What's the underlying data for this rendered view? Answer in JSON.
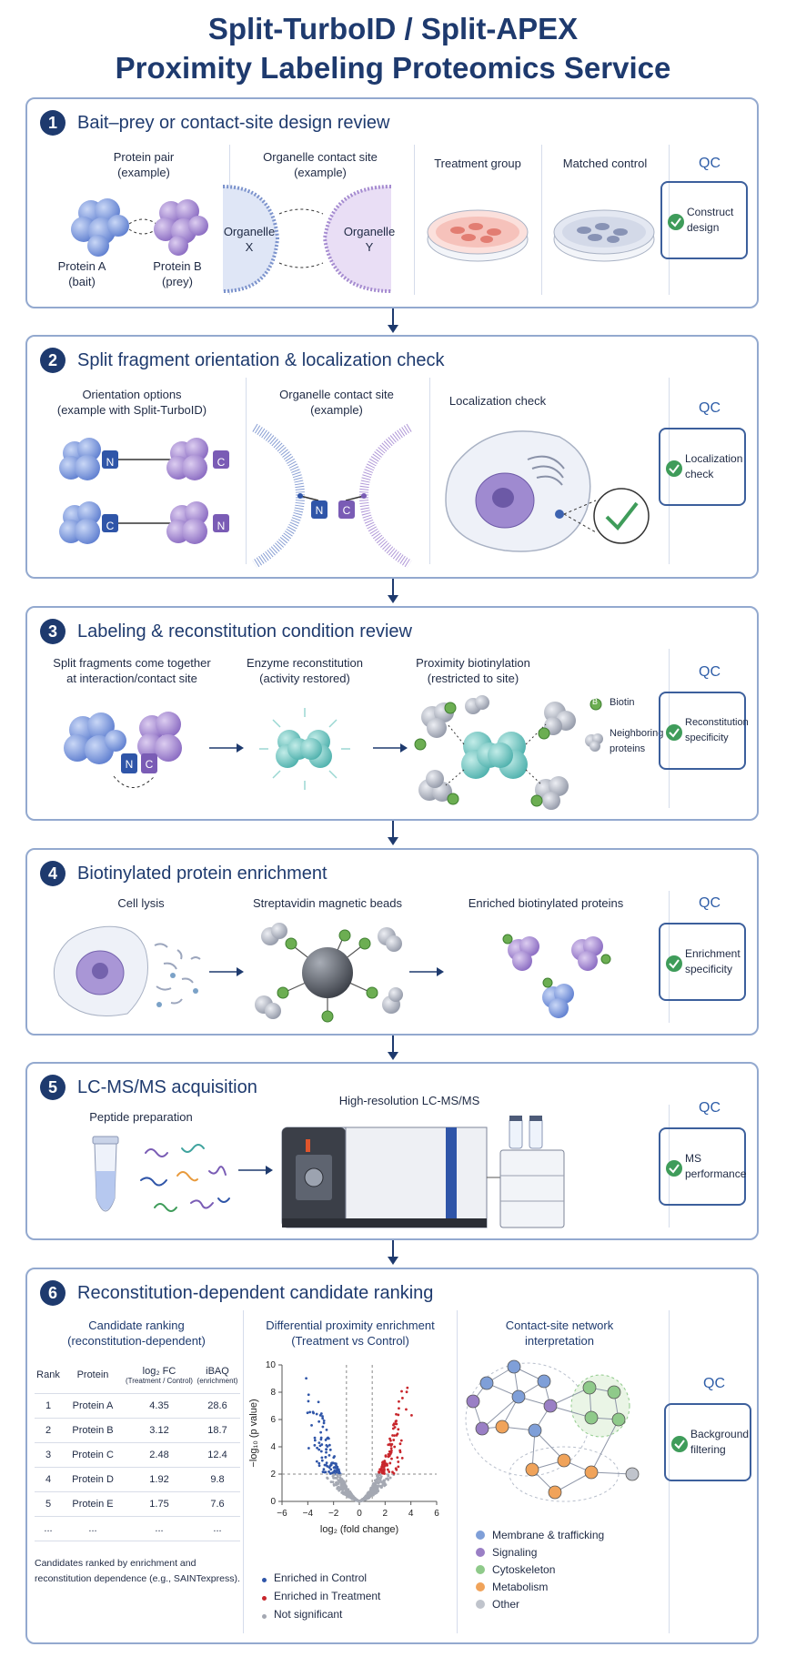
{
  "title_line1": "Split-TurboID / Split-APEX",
  "title_line2": "Proximity Labeling Proteomics Service",
  "qc_label": "QC",
  "s1": {
    "num": "1",
    "title": "Bait–prey or contact-site design review",
    "protein_pair": "Protein pair",
    "example": "(example)",
    "protein_a": "Protein A",
    "bait": "(bait)",
    "protein_b": "Protein B",
    "prey": "(prey)",
    "contact_site": "Organelle contact site",
    "organelle": "Organelle",
    "x": "X",
    "y": "Y",
    "treatment": "Treatment group",
    "control": "Matched control",
    "qc1": "Construct",
    "qc2": "design"
  },
  "s2": {
    "num": "2",
    "title": "Split fragment orientation & localization check",
    "orientation": "Orientation options",
    "orientation2": "(example with Split-TurboID)",
    "n": "N",
    "c": "C",
    "contact_site": "Organelle contact site",
    "example": "(example)",
    "loc_check": "Localization check",
    "qc1": "Localization",
    "qc2": "check"
  },
  "s3": {
    "num": "3",
    "title": "Labeling & reconstitution condition review",
    "split1": "Split fragments come together",
    "split2": "at interaction/contact site",
    "enzyme1": "Enzyme reconstitution",
    "enzyme2": "(activity restored)",
    "prox1": "Proximity biotinylation",
    "prox2": "(restricted to site)",
    "b": "B",
    "biotin": "Biotin",
    "neighbor1": "Neighboring",
    "neighbor2": "proteins",
    "qc1": "Reconstitution",
    "qc2": "specificity"
  },
  "s4": {
    "num": "4",
    "title": "Biotinylated protein enrichment",
    "lysis": "Cell lysis",
    "beads": "Streptavidin magnetic beads",
    "enriched": "Enriched biotinylated proteins",
    "qc1": "Enrichment",
    "qc2": "specificity"
  },
  "s5": {
    "num": "5",
    "title": "LC-MS/MS acquisition",
    "peptide": "Peptide preparation",
    "hires": "High-resolution LC-MS/MS",
    "qc1": "MS",
    "qc2": "performance"
  },
  "s6": {
    "num": "6",
    "title": "Reconstitution-dependent candidate ranking",
    "rank_title1": "Candidate ranking",
    "rank_title2": "(reconstitution-dependent)",
    "col_rank": "Rank",
    "col_protein": "Protein",
    "col_fc": "log₂ FC",
    "col_fc_sub": "(Treatment / Control)",
    "col_ibaq": "iBAQ",
    "col_ibaq_sub": "(enrichment)",
    "rows": [
      [
        "1",
        "Protein A",
        "4.35",
        "28.6"
      ],
      [
        "2",
        "Protein B",
        "3.12",
        "18.7"
      ],
      [
        "3",
        "Protein C",
        "2.48",
        "12.4"
      ],
      [
        "4",
        "Protein D",
        "1.92",
        "9.8"
      ],
      [
        "5",
        "Protein E",
        "1.75",
        "7.6"
      ],
      [
        "...",
        "...",
        "...",
        "..."
      ]
    ],
    "note1": "Candidates ranked by enrichment and",
    "note2": "reconstitution dependence (e.g., SAINTexpress).",
    "volcano_title1": "Differential proximity enrichment",
    "volcano_title2": "(Treatment vs Control)",
    "network_title1": "Contact-site network",
    "network_title2": "interpretation",
    "qc1": "Background",
    "qc2": "filtering"
  },
  "chart_data": {
    "type": "scatter",
    "xlabel": "log₂ (fold change)",
    "ylabel": "−log₁₀ (p value)",
    "xlim": [
      -6,
      6
    ],
    "ylim": [
      0,
      10
    ],
    "x_ticks": [
      "−6",
      "−4",
      "−2",
      "0",
      "2",
      "4",
      "6"
    ],
    "y_ticks": [
      "0",
      "2",
      "4",
      "6",
      "8",
      "10"
    ],
    "thresholds": {
      "x": [
        -1,
        1
      ],
      "y": 2
    },
    "series": [
      {
        "name": "Enriched in Control",
        "color": "#2f55a8"
      },
      {
        "name": "Enriched in Treatment",
        "color": "#c8262c"
      },
      {
        "name": "Not significant",
        "color": "#a4a8b2"
      }
    ]
  },
  "network_legend": [
    {
      "name": "Membrane & trafficking",
      "color": "#7f9fd8"
    },
    {
      "name": "Signaling",
      "color": "#9a7fc5"
    },
    {
      "name": "Cytoskeleton",
      "color": "#8fca8a"
    },
    {
      "name": "Metabolism",
      "color": "#f0a35a"
    },
    {
      "name": "Other",
      "color": "#c0c4cc"
    }
  ]
}
